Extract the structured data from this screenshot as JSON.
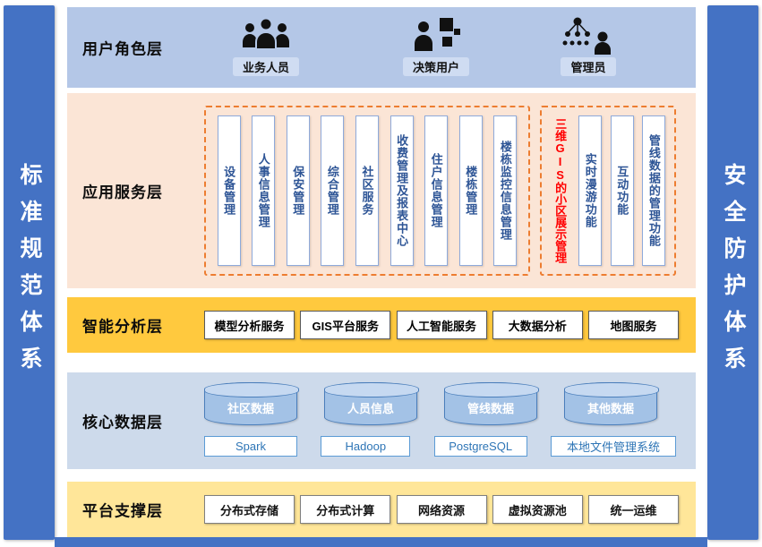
{
  "colors": {
    "sidebar_blue": "#4472C4",
    "user_layer_bg": "#B4C7E7",
    "app_layer_bg": "#FBE5D6",
    "analysis_layer_bg": "#FFC93E",
    "data_layer_bg": "#CDDAEB",
    "platform_layer_bg": "#FFE699",
    "dashed_border_orange": "#ED7D31",
    "highlight_red": "#FF0000",
    "box_text_blue": "#2E5596"
  },
  "sidebars": {
    "left": "标准规范体系",
    "right": "安全防护体系"
  },
  "layers": {
    "user_role": {
      "label": "用户角色层",
      "roles": [
        {
          "label": "业务人员",
          "icon": "people-group-icon"
        },
        {
          "label": "决策用户",
          "icon": "decision-user-icon"
        },
        {
          "label": "管理员",
          "icon": "admin-network-icon"
        }
      ]
    },
    "app_service": {
      "label": "应用服务层",
      "group1": [
        "设备管理",
        "人事信息管理",
        "保安管理",
        "综合管理",
        "社区服务",
        "收费管理及报表中心",
        "住户信息管理",
        "楼栋管理",
        "楼栋监控信息管理"
      ],
      "group2_title": "三维GIS的小区展示管理",
      "group2": [
        "实时漫游功能",
        "互动功能",
        "管线数据的管理功能"
      ]
    },
    "analysis": {
      "label": "智能分析层",
      "items": [
        "模型分析服务",
        "GIS平台服务",
        "人工智能服务",
        "大数据分析",
        "地图服务"
      ]
    },
    "core_data": {
      "label": "核心数据层",
      "databases": [
        "社区数据",
        "人员信息",
        "管线数据",
        "其他数据"
      ],
      "storage": [
        "Spark",
        "Hadoop",
        "PostgreSQL",
        "本地文件管理系统"
      ]
    },
    "platform": {
      "label": "平台支撑层",
      "items": [
        "分布式存储",
        "分布式计算",
        "网络资源",
        "虚拟资源池",
        "统一运维"
      ]
    }
  }
}
